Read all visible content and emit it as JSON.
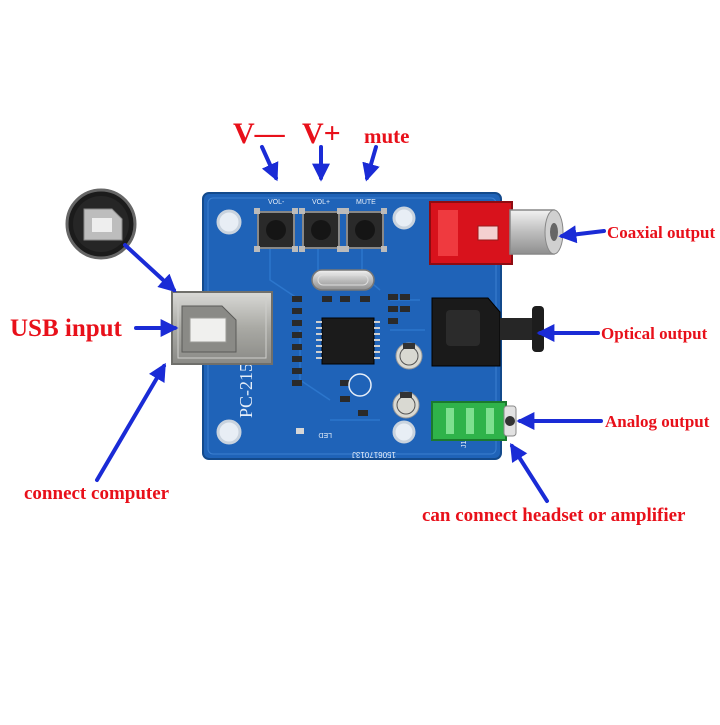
{
  "labels": {
    "vol_down": "V—",
    "vol_up": "V+",
    "mute": "mute",
    "usb_input": "USB input",
    "connect_computer": "connect computer",
    "coaxial_output": "Coaxial output",
    "optical_output": "Optical output",
    "analog_output": "Analog output",
    "connect_headset": "can connect headset or amplifier"
  },
  "board": {
    "model": "PC-215",
    "serial": "150617013J",
    "silk_vol_down": "VOL-",
    "silk_vol_up": "VOL+",
    "silk_mute": "MUTE",
    "silk_led": "LED",
    "silk_j1": "J1"
  },
  "colors": {
    "label_red": "#e8101a",
    "arrow_blue": "#1a2bd6",
    "pcb_blue": "#1f63b8",
    "pcb_dark": "#17509a",
    "rca_red": "#d8121c",
    "jack_green": "#2fb34a"
  },
  "icons": {
    "usb_inset": "usb-b-port-icon",
    "arrows": "blue-arrow-icon"
  }
}
